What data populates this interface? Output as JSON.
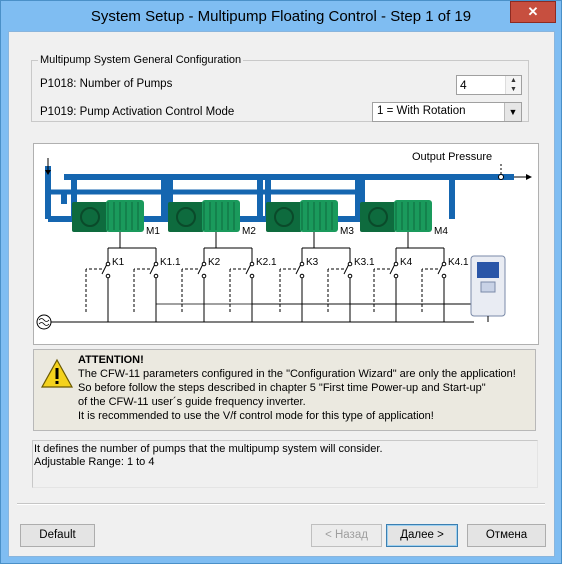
{
  "window": {
    "title": "System Setup - Multipump Floating Control - Step 1 of 19",
    "close_glyph": "✕"
  },
  "group": {
    "legend": "Multipump System General Configuration",
    "p1018_label": "P1018: Number of Pumps",
    "p1018_value": "4",
    "p1019_label": "P1019: Pump Activation Control Mode",
    "p1019_value": "1 = With Rotation"
  },
  "diagram": {
    "output_label": "Output Pressure",
    "pumps": [
      "M1",
      "M2",
      "M3",
      "M4"
    ],
    "contactors": [
      "K1",
      "K1.1",
      "K2",
      "K2.1",
      "K3",
      "K3.1",
      "K4",
      "K4.1"
    ],
    "colors": {
      "pipe": "#1566b0",
      "motor": "#1a9a5c",
      "motor_dark": "#0e6b3e"
    }
  },
  "attention": {
    "title": "ATTENTION!",
    "lines": [
      "The CFW-11 parameters configured in the \"Configuration Wizard\" are only the application!",
      "So before follow the steps described in chapter 5 \"First time Power-up and Start-up\"",
      "of the CFW-11 user´s guide frequency inverter.",
      "It is recommended to use the V/f control mode for this type of application!"
    ]
  },
  "description": {
    "lines": [
      "It defines the number of pumps that the multipump system will consider.",
      "Adjustable Range: 1 to 4"
    ]
  },
  "buttons": {
    "default": "Default",
    "back": "< Назад",
    "next": "Далее >",
    "cancel": "Отмена"
  }
}
